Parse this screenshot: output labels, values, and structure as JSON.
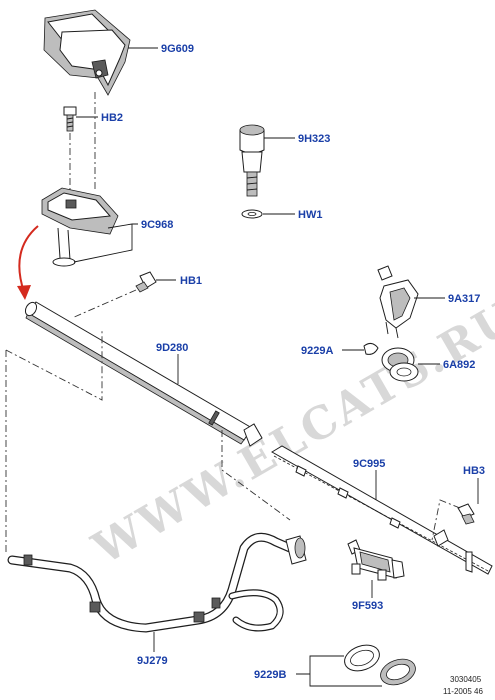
{
  "watermark": "WWW.ELCATS.RU",
  "labels": {
    "p9G609": "9G609",
    "pHB2": "HB2",
    "p9H323": "9H323",
    "pHW1": "HW1",
    "p9C968": "9C968",
    "pHB1": "HB1",
    "p9A317": "9A317",
    "p9D280": "9D280",
    "p9229A": "9229A",
    "p6A892": "6A892",
    "p9C995": "9C995",
    "pHB3": "HB3",
    "p9F593": "9F593",
    "p9J279": "9J279",
    "p9229B": "9229B"
  },
  "footer": {
    "ref": "3030405",
    "date": "11-2005 46"
  },
  "colors": {
    "label": "#1a3fa8",
    "arrow": "#d42a1e",
    "line": "#1e1e1e"
  }
}
